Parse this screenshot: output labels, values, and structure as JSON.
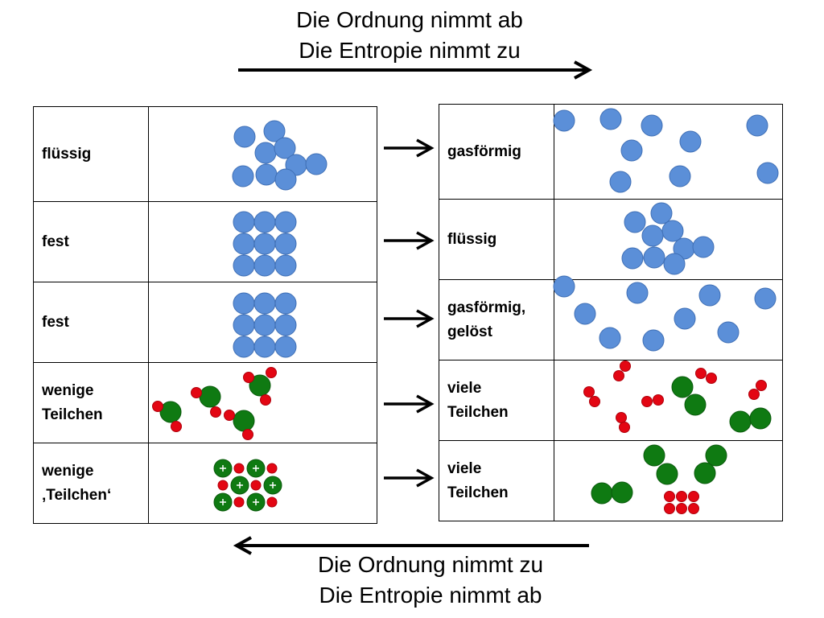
{
  "captions": {
    "top_line1": "Die Ordnung nimmt ab",
    "top_line2": "Die Entropie nimmt zu",
    "bottom_line1": "Die Ordnung nimmt zu",
    "bottom_line2": "Die Entropie nimmt ab"
  },
  "left_table": {
    "rows": [
      {
        "label": "flüssig"
      },
      {
        "label": "fest"
      },
      {
        "label": "fest"
      },
      {
        "label": "wenige Teilchen"
      },
      {
        "label": "wenige ‚Teilchen‘"
      }
    ]
  },
  "right_table": {
    "rows": [
      {
        "label": "gasförmig"
      },
      {
        "label": "flüssig"
      },
      {
        "label": "gasförmig, gelöst"
      },
      {
        "label": "viele Teilchen"
      },
      {
        "label": "viele Teilchen"
      }
    ]
  },
  "colors": {
    "blue_particle": "#5b8fd8",
    "green_particle": "#0f7a12",
    "red_particle": "#e30613",
    "arrow": "#000000"
  }
}
